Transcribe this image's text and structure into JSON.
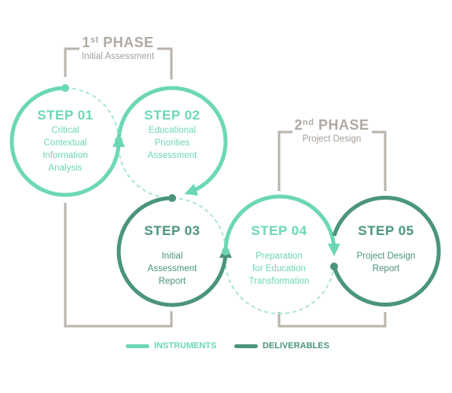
{
  "phases": [
    {
      "num": "1",
      "sup": "st",
      "word": "PHASE",
      "subtitle": "Initial Assessment"
    },
    {
      "num": "2",
      "sup": "nd",
      "word": "PHASE",
      "subtitle": "Project Design"
    }
  ],
  "steps": [
    {
      "title": "STEP 01",
      "lines": [
        "Critical",
        "Contextual",
        "Information",
        "Analysis"
      ],
      "kind": "instrument"
    },
    {
      "title": "STEP 02",
      "lines": [
        "Educational",
        "Priorities",
        "Assessment"
      ],
      "kind": "instrument"
    },
    {
      "title": "STEP 03",
      "lines": [
        "Initial",
        "Assessment",
        "Report"
      ],
      "kind": "deliverable"
    },
    {
      "title": "STEP 04",
      "lines": [
        "Preparation",
        "for Education",
        "Transformation"
      ],
      "kind": "instrument"
    },
    {
      "title": "STEP 05",
      "lines": [
        "Project Design",
        "Report"
      ],
      "kind": "deliverable"
    }
  ],
  "legend": {
    "instruments": "INSTRUMENTS",
    "deliverables": "DELIVERABLES"
  },
  "colors": {
    "instrument": "#6cd7b6",
    "deliverable": "#4a957b",
    "bracket": "#b9b3ac",
    "dashed": "#a8e6d2"
  }
}
